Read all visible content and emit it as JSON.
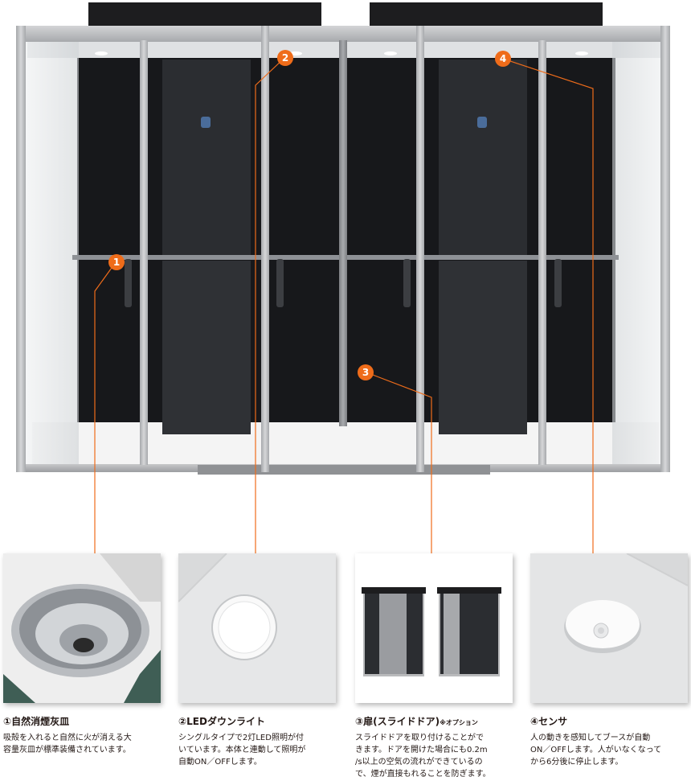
{
  "colors": {
    "accent": "#ef6c1a",
    "frame": "#b9babc",
    "panel": "#2b2d31",
    "text": "#231815"
  },
  "markers": [
    "1",
    "2",
    "3",
    "4"
  ],
  "features": [
    {
      "title": "①自然消煙灰皿",
      "note": "",
      "lines": [
        "吸殻を入れると自然に火が消える大",
        "容量灰皿が標準装備されています。"
      ]
    },
    {
      "title": "②LEDダウンライト",
      "note": "",
      "lines": [
        "シングルタイプで2灯LED照明が付",
        "いています。本体と連動して照明が",
        "自動ON／OFFします。"
      ]
    },
    {
      "title": "③扉(スライドドア)",
      "note": "※オプション",
      "lines": [
        "スライドドアを取り付けることがで",
        "きます。ドアを開けた場合にも0.2m",
        "/s以上の空気の流れができているの",
        "で、煙が直接もれることを防ぎます。"
      ]
    },
    {
      "title": "④センサ",
      "note": "",
      "lines": [
        "人の動きを感知してブースが自動",
        "ON／OFFします。人がいなくなって",
        "から6分後に停止します。"
      ]
    }
  ]
}
